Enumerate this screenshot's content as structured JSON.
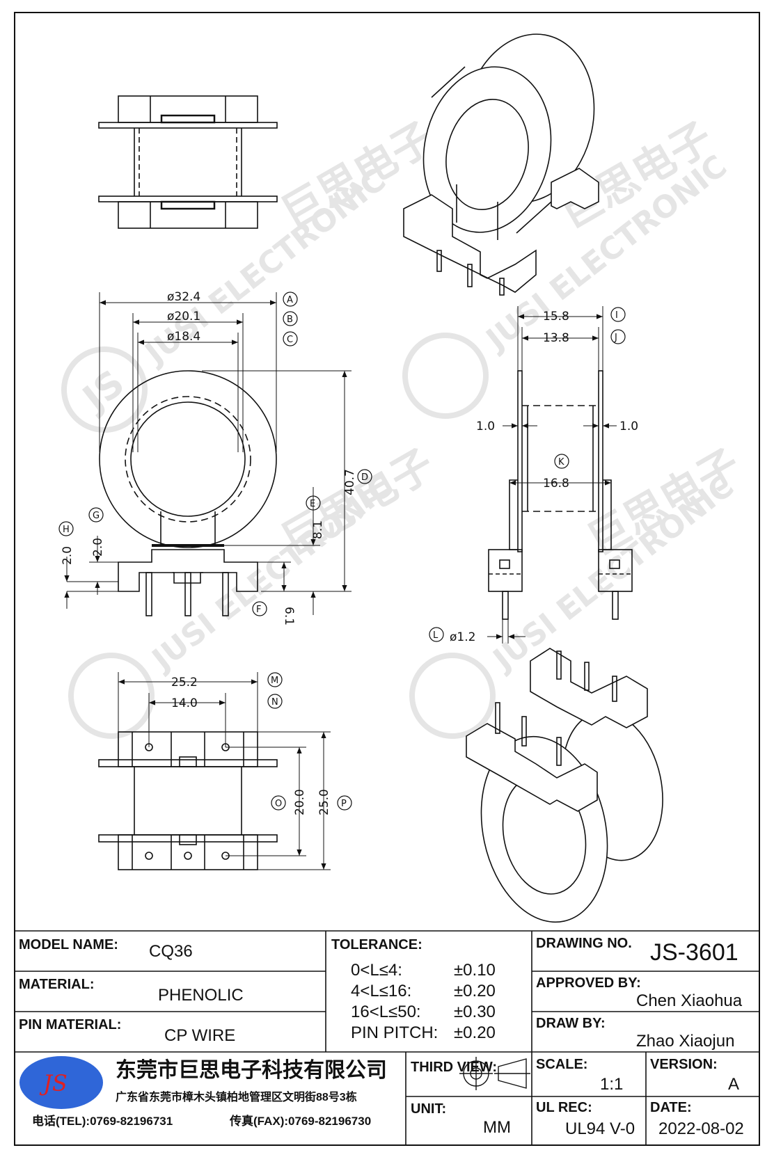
{
  "watermark": {
    "logo": "JS",
    "company_en": "JUSI ELECTRONIC",
    "company_cn": "巨思电子"
  },
  "dims": {
    "A": "ø32.4",
    "B": "ø20.1",
    "C": "ø18.4",
    "D": "40.7",
    "E": "8.1",
    "F": "6.1",
    "G": "2.0",
    "H": "2.0",
    "I": "15.8",
    "J": "13.8",
    "K": "16.8",
    "wall_left": "1.0",
    "wall_right": "1.0",
    "L": "ø1.2",
    "M": "25.2",
    "N": "14.0",
    "O": "20.0",
    "P": "25.0"
  },
  "balloons": [
    "A",
    "B",
    "C",
    "D",
    "E",
    "F",
    "G",
    "H",
    "I",
    "J",
    "K",
    "L",
    "M",
    "N",
    "O",
    "P"
  ],
  "title_block": {
    "model_name_label": "MODEL NAME:",
    "model_name": "CQ36",
    "material_label": "MATERIAL:",
    "material": "PHENOLIC",
    "pin_material_label": "PIN MATERIAL:",
    "pin_material": "CP WIRE",
    "tolerance_label": "TOLERANCE:",
    "tolerances": [
      {
        "range": "0<L≤4:",
        "value": "±0.10"
      },
      {
        "range": "4<L≤16:",
        "value": "±0.20"
      },
      {
        "range": "16<L≤50:",
        "value": "±0.30"
      },
      {
        "range": "PIN PITCH:",
        "value": "±0.20"
      }
    ],
    "drawing_no_label": "DRAWING NO.",
    "drawing_no": "JS-3601",
    "approved_by_label": "APPROVED BY:",
    "approved_by": "Chen Xiaohua",
    "draw_by_label": "DRAW BY:",
    "draw_by": "Zhao Xiaojun",
    "company_logo": "JS",
    "company_name": "东莞市巨思电子科技有限公司",
    "company_address": "广东省东莞市樟木头镇柏地管理区文明街88号3栋",
    "tel": "电话(TEL):0769-82196731",
    "fax": "传真(FAX):0769-82196730",
    "third_view_label": "THIRD VIEW:",
    "unit_label": "UNIT:",
    "unit": "MM",
    "scale_label": "SCALE:",
    "scale": "1:1",
    "version_label": "VERSION:",
    "version": "A",
    "ul_rec_label": "UL REC:",
    "ul_rec": "UL94 V-0",
    "date_label": "DATE:",
    "date": "2022-08-02"
  }
}
